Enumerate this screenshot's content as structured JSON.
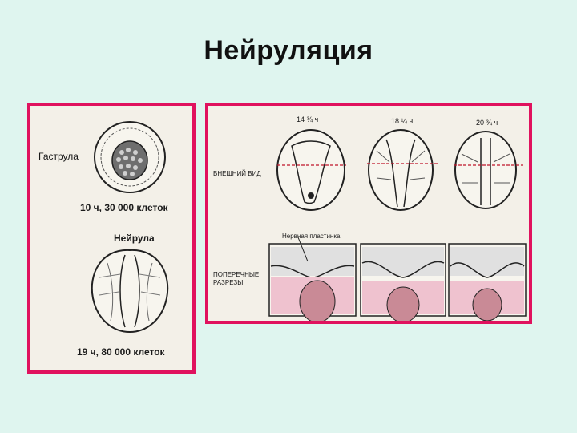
{
  "title": "Нейруляция",
  "left_panel": {
    "gastrula_label": "Гаструла",
    "gastrula_caption": "10 ч, 30 000 клеток",
    "neurula_label": "Нейрула",
    "neurula_caption": "19 ч, 80 000 клеток"
  },
  "right_panel": {
    "times": [
      "14 ¾ ч",
      "18 ¼ ч",
      "20 ¾ ч"
    ],
    "external_view_label": "ВНЕШНИЙ ВИД",
    "neural_plate_label": "Нервная пластинка",
    "cross_sections_label": "ПОПЕРЕЧНЫЕ РАЗРЕЗЫ"
  },
  "colors": {
    "frame": "#e0125e",
    "background": "#dff5ef",
    "paper": "#f3f0e8"
  }
}
